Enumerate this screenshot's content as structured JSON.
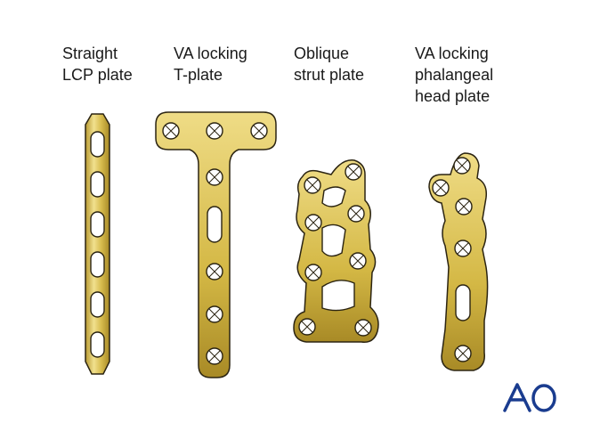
{
  "labels": {
    "straight_lcp": "Straight\nLCP plate",
    "t_plate": "VA locking\nT-plate",
    "oblique_strut": "Oblique\nstrut plate",
    "phalangeal_head": "VA locking\nphalangeal\nhead plate"
  },
  "logo_text": "AO",
  "colors": {
    "plate_fill": "#d8bd4f",
    "plate_highlight": "#f1e08e",
    "plate_stroke": "#2b2412",
    "logo_blue": "#1a3c8f"
  },
  "icons": {
    "logo": "ao-logo"
  }
}
